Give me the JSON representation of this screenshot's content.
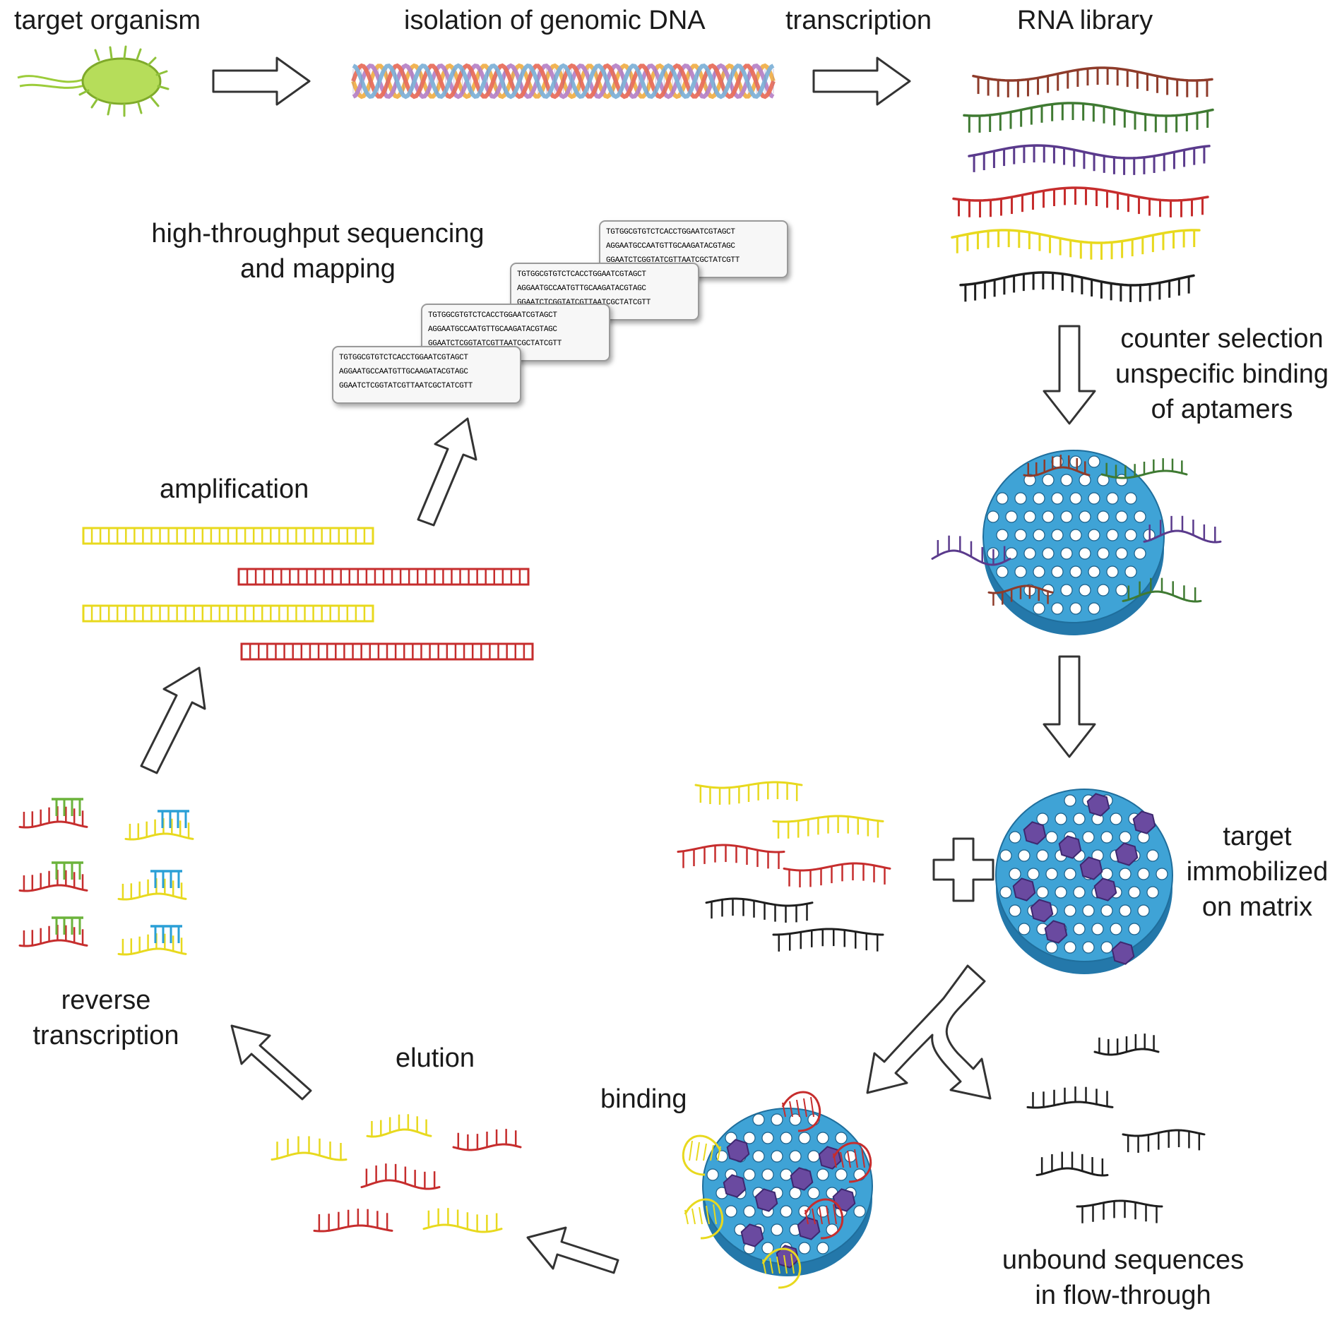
{
  "labels": {
    "target_organism": "target organism",
    "isolation": "isolation of genomic DNA",
    "transcription": "transcription",
    "rna_library": "RNA library",
    "counter_selection": [
      "counter selection",
      "unspecific binding",
      "of aptamers"
    ],
    "target_immobilized": [
      "target",
      "immobilized",
      "on matrix"
    ],
    "binding": "binding",
    "unbound": [
      "unbound sequences",
      "in flow-through"
    ],
    "elution": "elution",
    "reverse_transcription": [
      "reverse",
      "transcription"
    ],
    "amplification": "amplification",
    "sequencing": [
      "high-throughput sequencing",
      "and mapping"
    ]
  },
  "sequence_cards": [
    [
      "TGTGGCGTGTCTCACCTGGAATCGTAGCT",
      "AGGAATGCCAATGTTGCAAGATACGTAGC",
      "GGAATCTCGGTATCGTTAATCGCTATCGTT"
    ],
    [
      "TGTGGCGTGTCTCACCTGGAATCGTAGCT",
      "AGGAATGCCAATGTTGCAAGATACGTAGC",
      "GGAATCTCGGTATCGTTAATCGCTATCGTT"
    ],
    [
      "TGTGGCGTGTCTCACCTGGAATCGTAGCT",
      "AGGAATGCCAATGTTGCAAGATACGTAGC",
      "GGAATCTCGGTATCGTTAATCGCTATCGTT"
    ],
    [
      "TGTGGCGTGTCTCACCTGGAATCGTAGCT",
      "AGGAATGCCAATGTTGCAAGATACGTAGC",
      "GGAATCTCGGTATCGTTAATCGCTATCGTT"
    ]
  ],
  "colors": {
    "rna_brown": "#8e3b2a",
    "rna_green": "#3f7a32",
    "rna_purple": "#5a3a8c",
    "rna_red": "#c62d2d",
    "rna_yellow": "#e8d91e",
    "rna_black": "#1e1e1e",
    "primer_green": "#6bb33b",
    "primer_blue": "#2a9fd6",
    "matrix_blue": "#3fa3d6",
    "matrix_edge": "#2478aa",
    "target_purple": "#6a4aa0",
    "bacterium": "#9ccc3a",
    "arrow_fill": "#ffffff",
    "arrow_stroke": "#333333"
  }
}
